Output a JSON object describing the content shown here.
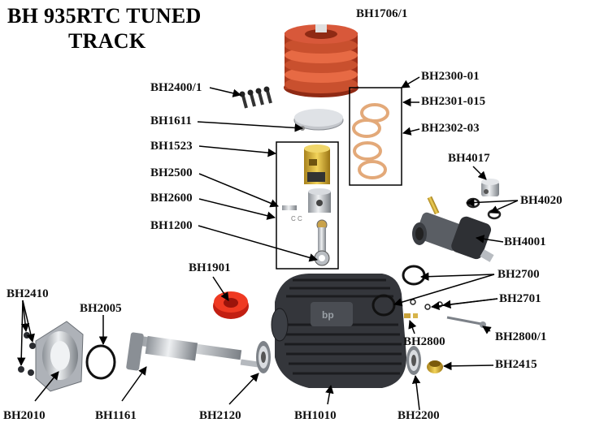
{
  "title": {
    "line1": "BH 935RTC TUNED",
    "line2": "TRACK"
  },
  "labels": {
    "bh1706_1": "BH1706/1",
    "bh2300_01": "BH2300-01",
    "bh2301_015": "BH2301-015",
    "bh2302_03": "BH2302-03",
    "bh2400_1": "BH2400/1",
    "bh1611": "BH1611",
    "bh1523": "BH1523",
    "bh2500": "BH2500",
    "bh2600": "BH2600",
    "bh1200": "BH1200",
    "bh4017": "BH4017",
    "bh4020": "BH4020",
    "bh4001": "BH4001",
    "bh2700": "BH2700",
    "bh2701": "BH2701",
    "bh2800": "BH2800",
    "bh2800_1": "BH2800/1",
    "bh2415": "BH2415",
    "bh2200": "BH2200",
    "bh1901": "BH1901",
    "bh2410": "BH2410",
    "bh2005": "BH2005",
    "bh2010": "BH2010",
    "bh1161": "BH1161",
    "bh2120": "BH2120",
    "bh1010": "BH1010"
  },
  "colors": {
    "background": "#ffffff",
    "text": "#000000",
    "head": "#d24a2a",
    "head_dark": "#9c2e18",
    "gasket": "#e8b48a",
    "metal": "#c9ccd0",
    "metal_dark": "#6e737a",
    "crankcase": "#2d2f33",
    "brass": "#d9b23a",
    "red_seal": "#e02a1c"
  },
  "icons": [
    "screw-icon",
    "o-ring-icon",
    "bearing-icon",
    "gasket-icon",
    "piston-icon",
    "crankshaft-icon",
    "carburetor-icon",
    "arrow-icon"
  ]
}
